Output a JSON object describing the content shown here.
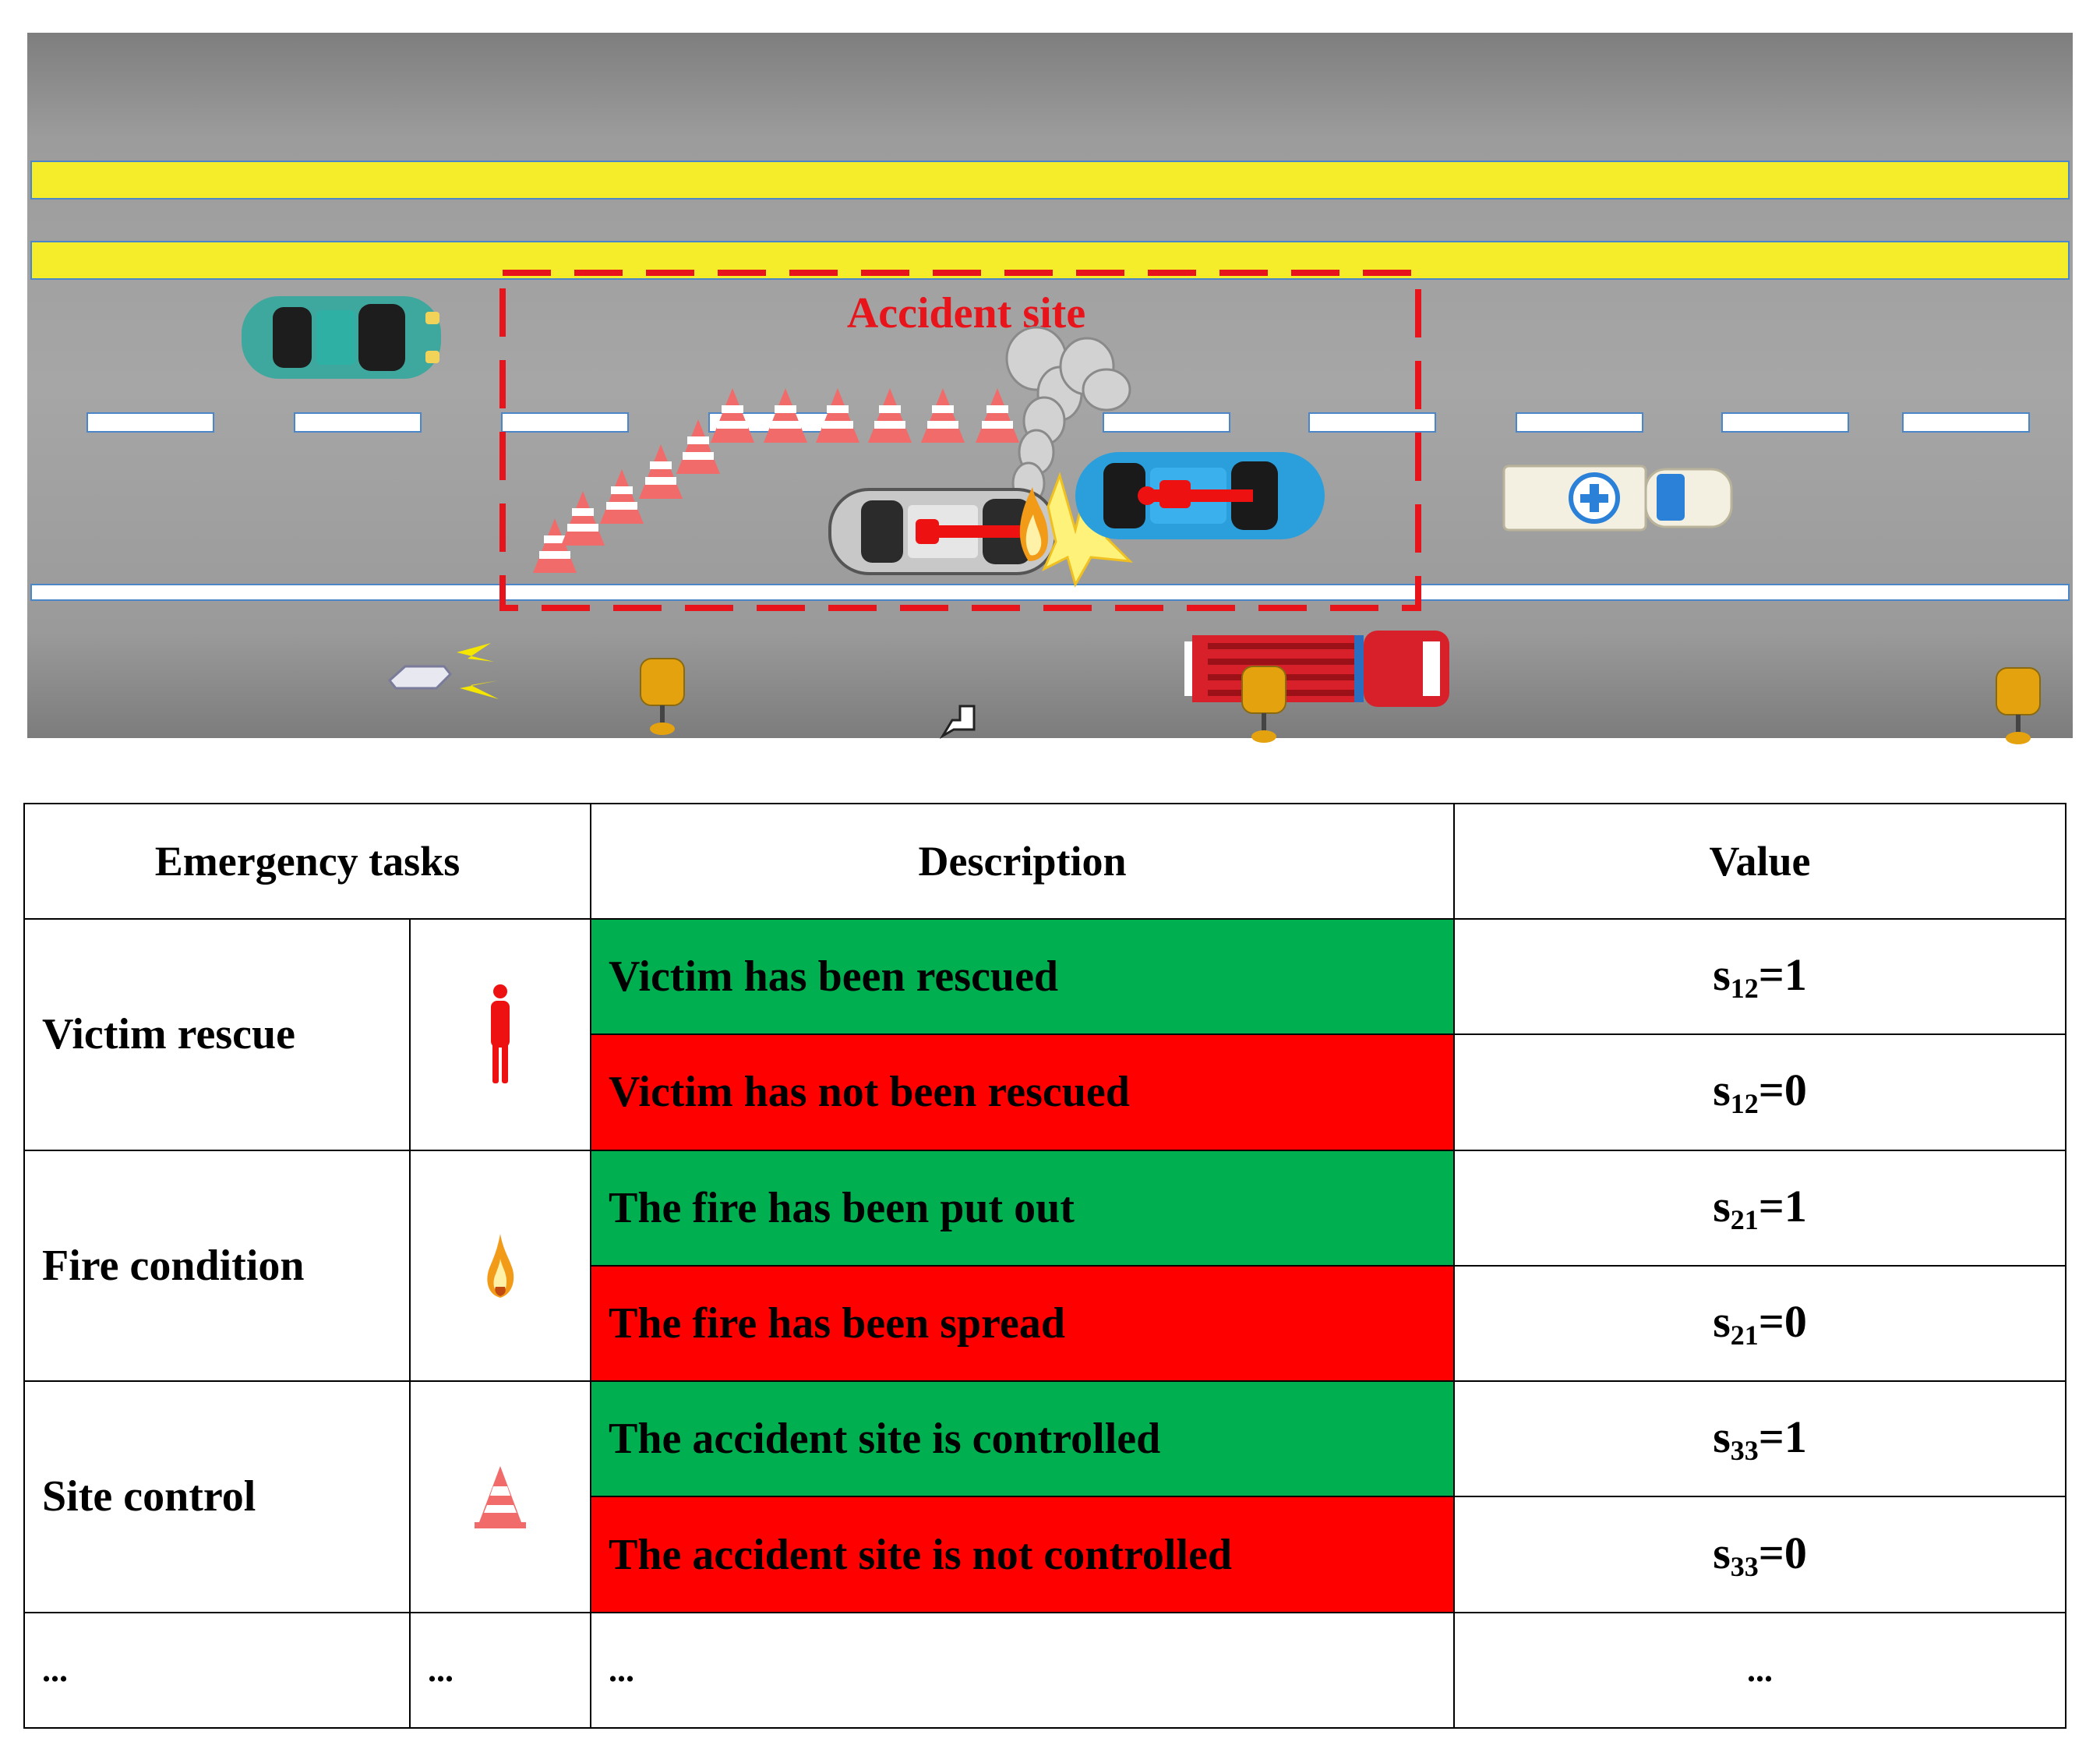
{
  "scene": {
    "label": "Accident site",
    "colors": {
      "road": "#a0a0a0",
      "yellow_line": "#f5ec2a",
      "boundary": "#e8141c",
      "cone": "#f26b6b"
    }
  },
  "table": {
    "headers": [
      "Emergency tasks",
      "Description",
      "Value"
    ],
    "rows": [
      {
        "task": "Victim rescue",
        "icon": "person-icon",
        "states": [
          {
            "description": "Victim has been rescued",
            "status": "green",
            "var": "s",
            "sub": "12",
            "value": "=1"
          },
          {
            "description": "Victim has not been rescued",
            "status": "red",
            "var": "s",
            "sub": "12",
            "value": "=0"
          }
        ]
      },
      {
        "task": "Fire condition",
        "icon": "fire-icon",
        "states": [
          {
            "description": "The fire has been put out",
            "status": "green",
            "var": "s",
            "sub": "21",
            "value": "=1"
          },
          {
            "description": "The fire has been spread",
            "status": "red",
            "var": "s",
            "sub": "21",
            "value": "=0"
          }
        ]
      },
      {
        "task": "Site control",
        "icon": "cone-icon",
        "states": [
          {
            "description": "The accident site is controlled",
            "status": "green",
            "var": "s",
            "sub": "33",
            "value": "=1"
          },
          {
            "description": "The accident site is not controlled",
            "status": "red",
            "var": "s",
            "sub": "33",
            "value": "=0"
          }
        ]
      }
    ],
    "ellipsis": [
      "...",
      "...",
      "...",
      "..."
    ],
    "colors": {
      "green": "#00b050",
      "red": "#ff0000"
    }
  }
}
